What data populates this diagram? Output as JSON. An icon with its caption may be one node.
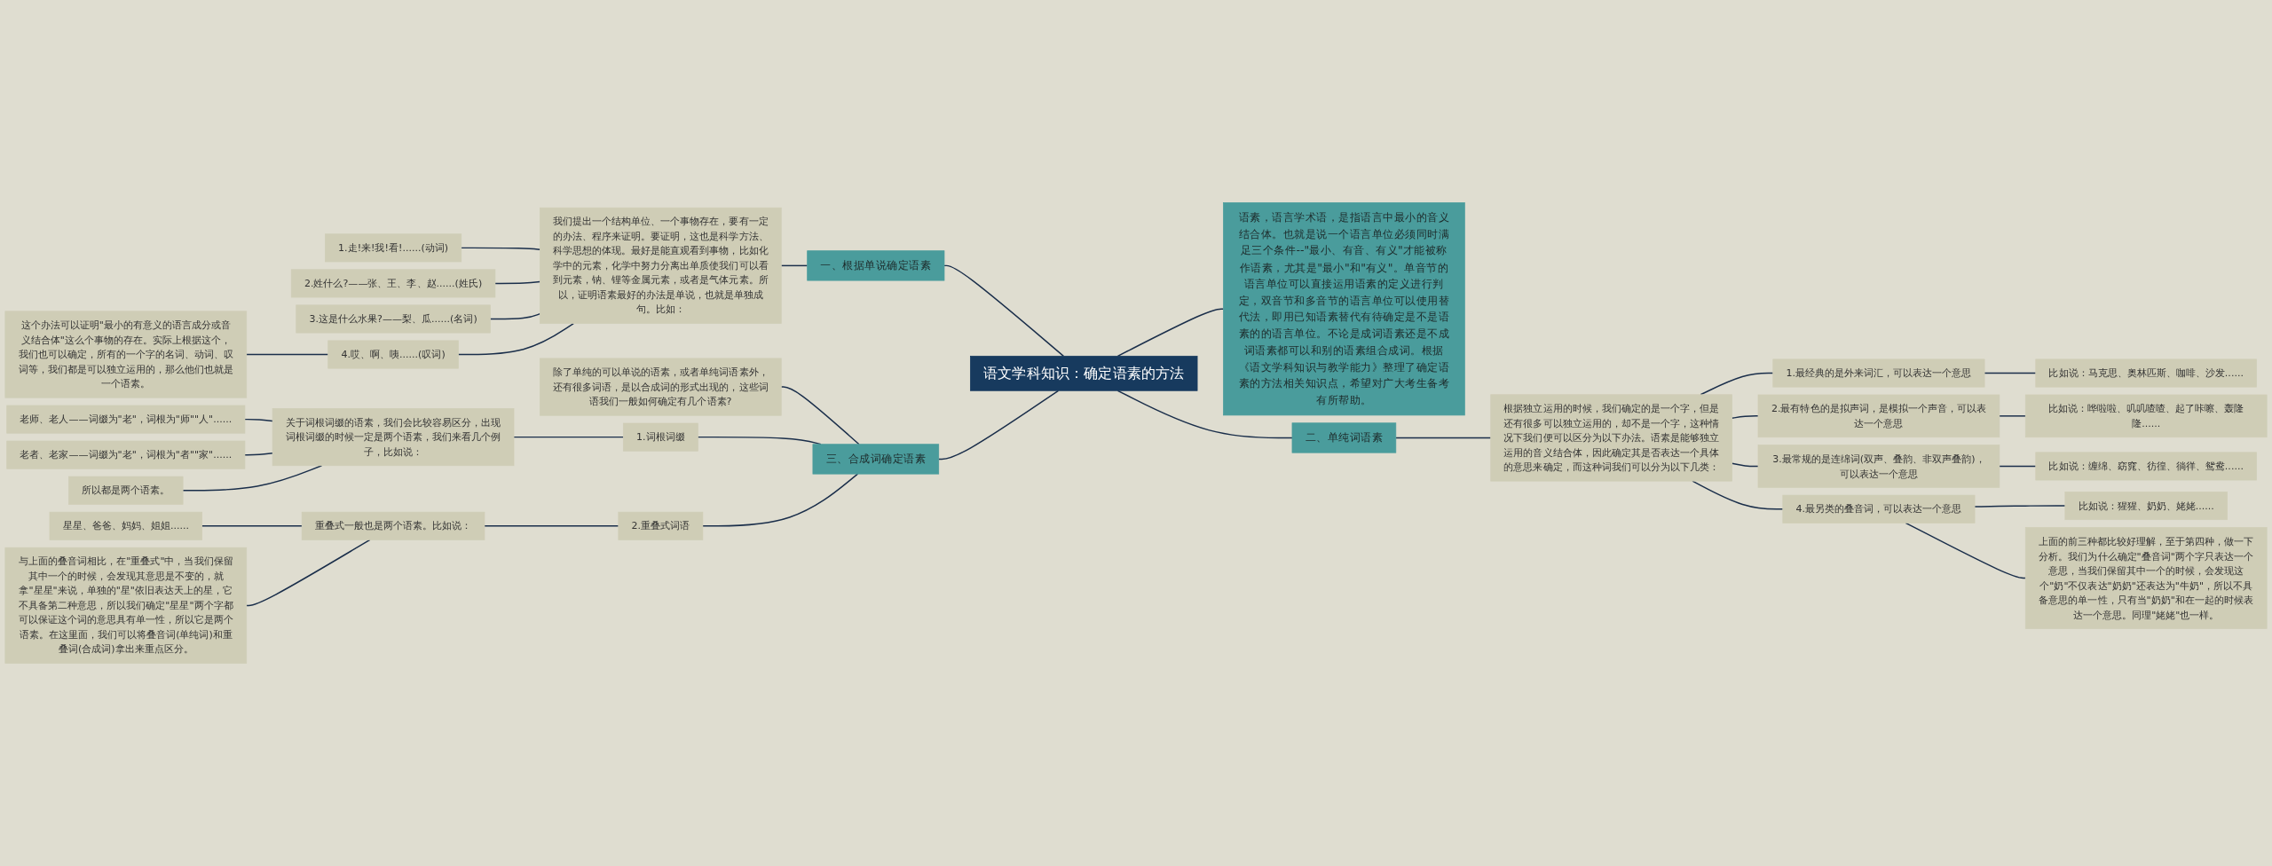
{
  "diagram": {
    "nodes": [
      {
        "text": [
          "语文学科知识：确定语素的方法"
        ]
      },
      {
        "text": [
          "语素，语言学术语，是指语言中最小的音义结合体。也就是说一个语言单位必须同时满足三个条件--\"最小、有音、有义\"才能被称作语素，尤其是\"最小\"和\"有义\"。单音节的语言单位可以直接运用语素的定义进行判定，双音节和多音节的语言单位可以使用替代法，即用已知语素替代有待确定是不是语素的的语言单位。不论是成词语素还是不成词语素都可以和别的语素组合成词。根据《语文学科知识与教学能力》整理了确定语素的方法相关知识点，希望对广大考生备考有所帮助。"
        ]
      },
      {
        "text": [
          "一、根据单说确定语素"
        ]
      },
      {
        "text": [
          "我们提出一个结构单位、一个事物存在，要有一定的办法、程序来证明。要证明，这也是科学方法、科学思想的体现。最好是能直观看到事物，比如化学中的元素，化学中努力分离出单质使我们可以看到元素，钠、锂等金属元素，或者是气体元素。所以，证明语素最好的办法是单说，也就是单独成句。比如："
        ]
      },
      {
        "text": [
          "1.走!来!我!看!......(动词)"
        ]
      },
      {
        "text": [
          "2.姓什么?——张、王、李、赵......(姓氏)"
        ]
      },
      {
        "text": [
          "3.这是什么水果?——梨、瓜......(名词)"
        ]
      },
      {
        "text": [
          "4.哎、啊、咦......(叹词)"
        ]
      },
      {
        "text": [
          "这个办法可以证明\"最小的有意义的语言成分或音义结合体\"这么个事物的存在。实际上根据这个，我们也可以确定，所有的一个字的名词、动词、叹词等，我们都是可以独立运用的，那么他们也就是一个语素。"
        ]
      },
      {
        "text": [
          "三、合成词确定语素"
        ]
      },
      {
        "text": [
          "除了单纯的可以单说的语素，或者单纯词语素外，还有很多词语，是以合成词的形式出现的，这些词语我们一般如何确定有几个语素?"
        ]
      },
      {
        "text": [
          "1.词根词缀"
        ]
      },
      {
        "text": [
          "关于词根词缀的语素，我们会比较容易区分，出现词根词缀的时候一定是两个语素，我们来看几个例子，比如说："
        ]
      },
      {
        "text": [
          "老师、老人——词缀为\"老\"，词根为\"师\"\"人\"......"
        ]
      },
      {
        "text": [
          "老者、老家——词缀为\"老\"，词根为\"者\"\"家\"......"
        ]
      },
      {
        "text": [
          "所以都是两个语素。"
        ]
      },
      {
        "text": [
          "2.重叠式词语"
        ]
      },
      {
        "text": [
          "重叠式一般也是两个语素。比如说："
        ]
      },
      {
        "text": [
          "星星、爸爸、妈妈、姐姐......"
        ]
      },
      {
        "text": [
          "与上面的叠音词相比，在\"重叠式\"中，当我们保留其中一个的时候，会发现其意思是不变的，就拿\"星星\"来说，单独的\"星\"依旧表达天上的星，它不具备第二种意思，所以我们确定\"星星\"两个字都可以保证这个词的意思具有单一性，所以它是两个语素。在这里面，我们可以将叠音词(单纯词)和重叠词(合成词)拿出来重点区分。"
        ]
      },
      {
        "text": [
          "二、单纯词语素"
        ]
      },
      {
        "text": [
          "根据独立运用的时候，我们确定的是一个字，但是还有很多可以独立运用的，却不是一个字，这种情况下我们便可以区分为以下办法。语素是能够独立运用的音义结合体，因此确定其是否表达一个具体的意思来确定，而这种词我们可以分为以下几类："
        ]
      },
      {
        "text": [
          "1.最经典的是外来词汇，可以表达一个意思"
        ]
      },
      {
        "text": [
          "比如说：马克思、奥林匹斯、咖啡、沙发......"
        ]
      },
      {
        "text": [
          "2.最有特色的是拟声词，是模拟一个声音，可以表达一个意思"
        ]
      },
      {
        "text": [
          "比如说：哗啦啦、叽叽喳喳、起了咔嚓、轰隆隆......"
        ]
      },
      {
        "text": [
          "3.最常规的是连绵词(双声、叠韵、非双声叠韵)，可以表达一个意思"
        ]
      },
      {
        "text": [
          "比如说：缠绵、窈窕、彷徨、徜徉、鸳鸯......"
        ]
      },
      {
        "text": [
          "4.最另类的叠音词，可以表达一个意思"
        ]
      },
      {
        "text": [
          "比如说：猩猩、奶奶、姥姥......"
        ]
      },
      {
        "text": [
          "上面的前三种都比较好理解，至于第四种，做一下分析。我们为什么确定\"叠音词\"两个字只表达一个意思，当我们保留其中一个的时候，会发现这个\"奶\"不仅表达\"奶奶\"还表达为\"牛奶\"，所以不具备意思的单一性，只有当\"奶奶\"和在一起的时候表达一个意思。同理\"姥姥\"也一样。"
        ]
      }
    ],
    "edges": [
      {
        "from": 0,
        "to": 1,
        "arrow": "none"
      },
      {
        "from": 0,
        "to": 2,
        "arrow": "none"
      },
      {
        "from": 2,
        "to": 3,
        "arrow": "none"
      },
      {
        "from": 3,
        "to": 4,
        "arrow": "none"
      },
      {
        "from": 3,
        "to": 5,
        "arrow": "none"
      },
      {
        "from": 3,
        "to": 6,
        "arrow": "none"
      },
      {
        "from": 3,
        "to": 7,
        "arrow": "none"
      },
      {
        "from": 7,
        "to": 8,
        "arrow": "none"
      },
      {
        "from": 0,
        "to": 9,
        "arrow": "none"
      },
      {
        "from": 9,
        "to": 10,
        "arrow": "none"
      },
      {
        "from": 9,
        "to": 11,
        "arrow": "none"
      },
      {
        "from": 11,
        "to": 12,
        "arrow": "none"
      },
      {
        "from": 12,
        "to": 13,
        "arrow": "none"
      },
      {
        "from": 12,
        "to": 14,
        "arrow": "none"
      },
      {
        "from": 12,
        "to": 15,
        "arrow": "none"
      },
      {
        "from": 9,
        "to": 16,
        "arrow": "none"
      },
      {
        "from": 16,
        "to": 17,
        "arrow": "none"
      },
      {
        "from": 17,
        "to": 18,
        "arrow": "none"
      },
      {
        "from": 17,
        "to": 19,
        "arrow": "none"
      },
      {
        "from": 0,
        "to": 20,
        "arrow": "none"
      },
      {
        "from": 20,
        "to": 21,
        "arrow": "none"
      },
      {
        "from": 21,
        "to": 22,
        "arrow": "none"
      },
      {
        "from": 22,
        "to": 23,
        "arrow": "none"
      },
      {
        "from": 21,
        "to": 24,
        "arrow": "none"
      },
      {
        "from": 24,
        "to": 25,
        "arrow": "none"
      },
      {
        "from": 21,
        "to": 26,
        "arrow": "none"
      },
      {
        "from": 26,
        "to": 27,
        "arrow": "none"
      },
      {
        "from": 21,
        "to": 28,
        "arrow": "none"
      },
      {
        "from": 28,
        "to": 29,
        "arrow": "none"
      },
      {
        "from": 28,
        "to": 30,
        "arrow": "none"
      }
    ]
  }
}
